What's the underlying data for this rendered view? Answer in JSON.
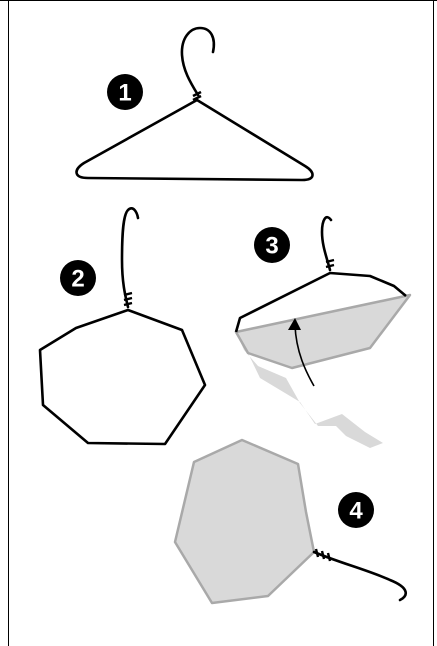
{
  "steps": [
    {
      "number": "1"
    },
    {
      "number": "2"
    },
    {
      "number": "3"
    },
    {
      "number": "4"
    }
  ],
  "colors": {
    "wire": "#000000",
    "shaded_fill": "#d9d9d9",
    "shaded_outline": "#a9a9a9",
    "badge": "#000000",
    "badge_text": "#ffffff",
    "background": "#ffffff"
  }
}
